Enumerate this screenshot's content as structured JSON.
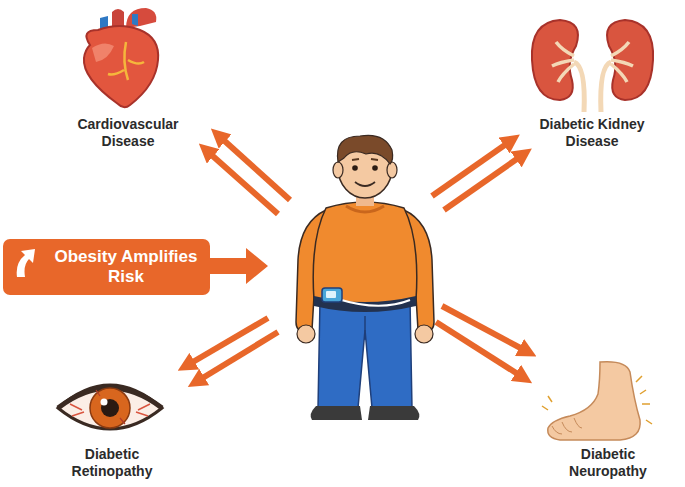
{
  "diagram": {
    "nodes": [
      {
        "text": [
          "Obesity Amplifies Risk"
        ]
      }
    ],
    "labels": [
      "Cardiovascular Disease",
      "Diabetic Kidney Disease",
      "Diabetic Retinopathy",
      "Diabetic Neuropathy"
    ]
  }
}
